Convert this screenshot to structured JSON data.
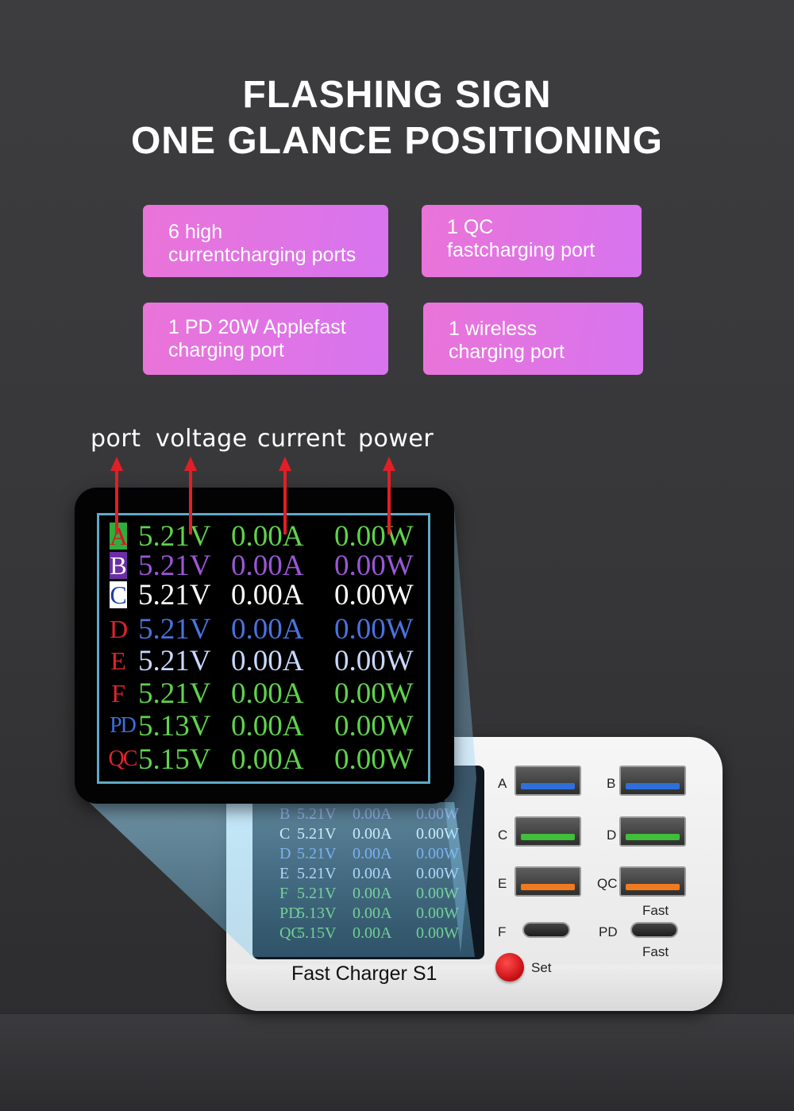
{
  "headline": {
    "line1": "FLASHING SIGN",
    "line2": "ONE GLANCE POSITIONING"
  },
  "features": [
    {
      "line1": "6 high",
      "line2": "currentcharging ports"
    },
    {
      "line1": "1 QC",
      "line2": "fastcharging port"
    },
    {
      "line1": "1 PD 20W Applefast",
      "line2": "charging port"
    },
    {
      "line1": "1 wireless",
      "line2": "charging port"
    }
  ],
  "legend": [
    "port",
    "voltage",
    "current",
    "power"
  ],
  "display_rows": [
    {
      "port": "A",
      "voltage": "5.21V",
      "current": "0.00A",
      "power": "0.00W",
      "color": "#5fd34b",
      "port_bg": "#2fae3b",
      "port_color": "#d6142a"
    },
    {
      "port": "B",
      "voltage": "5.21V",
      "current": "0.00A",
      "power": "0.00W",
      "color": "#9a57d6",
      "port_bg": "#6b2ea5",
      "port_color": "#ffffff"
    },
    {
      "port": "C",
      "voltage": "5.21V",
      "current": "0.00A",
      "power": "0.00W",
      "color": "#ffffff",
      "port_bg": "#ffffff",
      "port_color": "#1d3fa8"
    },
    {
      "port": "D",
      "voltage": "5.21V",
      "current": "0.00A",
      "power": "0.00W",
      "color": "#4a72e0",
      "port_bg": "transparent",
      "port_color": "#e0242d"
    },
    {
      "port": "E",
      "voltage": "5.21V",
      "current": "0.00A",
      "power": "0.00W",
      "color": "#c9d8ff",
      "port_bg": "transparent",
      "port_color": "#e0242d"
    },
    {
      "port": "F",
      "voltage": "5.21V",
      "current": "0.00A",
      "power": "0.00W",
      "color": "#5fd34b",
      "port_bg": "transparent",
      "port_color": "#e0242d"
    },
    {
      "port": "PD",
      "voltage": "5.13V",
      "current": "0.00A",
      "power": "0.00W",
      "color": "#5fd34b",
      "port_bg": "transparent",
      "port_color": "#3b6fe0"
    },
    {
      "port": "QC",
      "voltage": "5.15V",
      "current": "0.00A",
      "power": "0.00W",
      "color": "#5fd34b",
      "port_bg": "transparent",
      "port_color": "#e0242d"
    }
  ],
  "charger": {
    "name": "Fast Charger S1",
    "set_label": "Set",
    "ports": {
      "a": "A",
      "b": "B",
      "c": "C",
      "d": "D",
      "e": "E",
      "qc": "QC",
      "f": "F",
      "pd": "PD",
      "qc_note": "Fast",
      "pd_note": "Fast"
    },
    "small_rows": [
      {
        "port": "B",
        "voltage": "5.21V",
        "current": "0.00A",
        "power": "0.00W",
        "color": "#8d7bd6"
      },
      {
        "port": "C",
        "voltage": "5.21V",
        "current": "0.00A",
        "power": "0.00W",
        "color": "#ffffff"
      },
      {
        "port": "D",
        "voltage": "5.21V",
        "current": "0.00A",
        "power": "0.00W",
        "color": "#6b8fe6"
      },
      {
        "port": "E",
        "voltage": "5.21V",
        "current": "0.00A",
        "power": "0.00W",
        "color": "#d2dcff"
      },
      {
        "port": "F",
        "voltage": "5.21V",
        "current": "0.00A",
        "power": "0.00W",
        "color": "#6fd55d"
      },
      {
        "port": "PD",
        "voltage": "5.13V",
        "current": "0.00A",
        "power": "0.00W",
        "color": "#6fd55d"
      },
      {
        "port": "QC",
        "voltage": "5.15V",
        "current": "0.00A",
        "power": "0.00W",
        "color": "#6fd55d"
      }
    ]
  },
  "colors": {
    "arrow": "#e21f26",
    "pill": "#e07ae6",
    "background": "#3a3a3c"
  }
}
